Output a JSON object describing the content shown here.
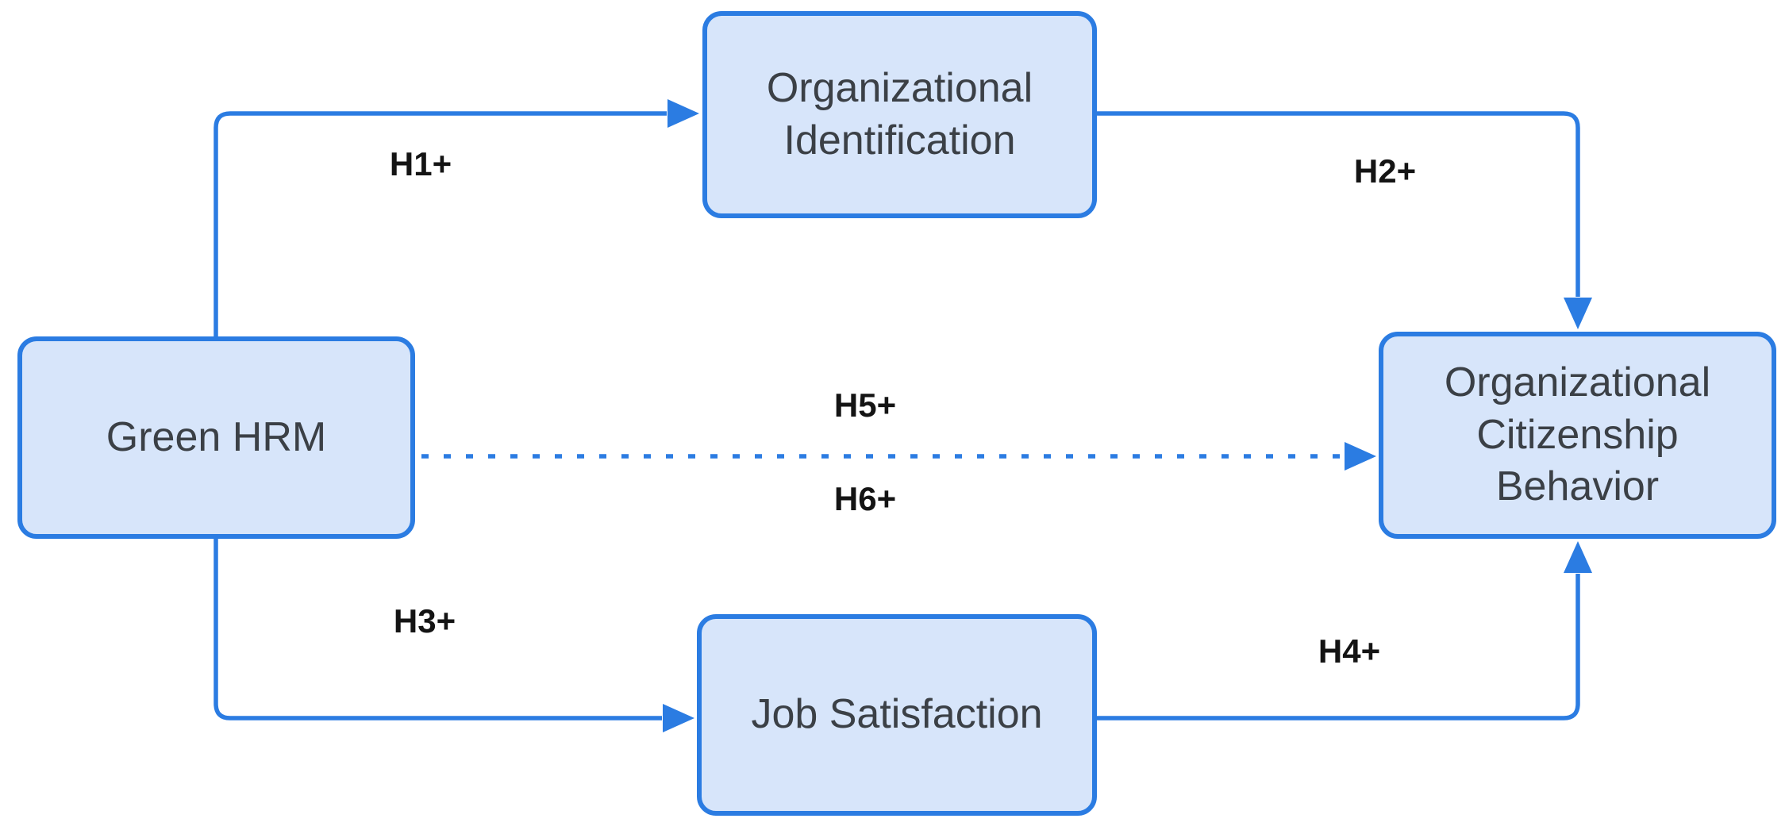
{
  "diagram": {
    "type": "hypothesis-model-flowchart",
    "nodes": [
      {
        "id": "green_hrm",
        "label": "Green HRM"
      },
      {
        "id": "organizational_identification",
        "label": "Organizational Identification"
      },
      {
        "id": "organizational_citizenship_behavior",
        "label": "Organizational Citizenship Behavior"
      },
      {
        "id": "job_satisfaction",
        "label": "Job Satisfaction"
      }
    ],
    "edges": [
      {
        "id": "h1",
        "label": "H1+",
        "from": "green_hrm",
        "to": "organizational_identification",
        "style": "solid"
      },
      {
        "id": "h2",
        "label": "H2+",
        "from": "organizational_identification",
        "to": "organizational_citizenship_behavior",
        "style": "solid"
      },
      {
        "id": "h3",
        "label": "H3+",
        "from": "green_hrm",
        "to": "job_satisfaction",
        "style": "solid"
      },
      {
        "id": "h4",
        "label": "H4+",
        "from": "job_satisfaction",
        "to": "organizational_citizenship_behavior",
        "style": "solid"
      },
      {
        "id": "h5",
        "label": "H5+",
        "from": "green_hrm",
        "to": "organizational_citizenship_behavior",
        "style": "dotted"
      },
      {
        "id": "h6",
        "label": "H6+",
        "from": "green_hrm",
        "to": "organizational_citizenship_behavior",
        "style": "dotted"
      }
    ]
  },
  "theme": {
    "line_blue": "#2b7ce2",
    "node_fill": "#d7e5fa",
    "node_text": "#3b4046",
    "label_text": "#141414",
    "background": "#ffffff"
  }
}
